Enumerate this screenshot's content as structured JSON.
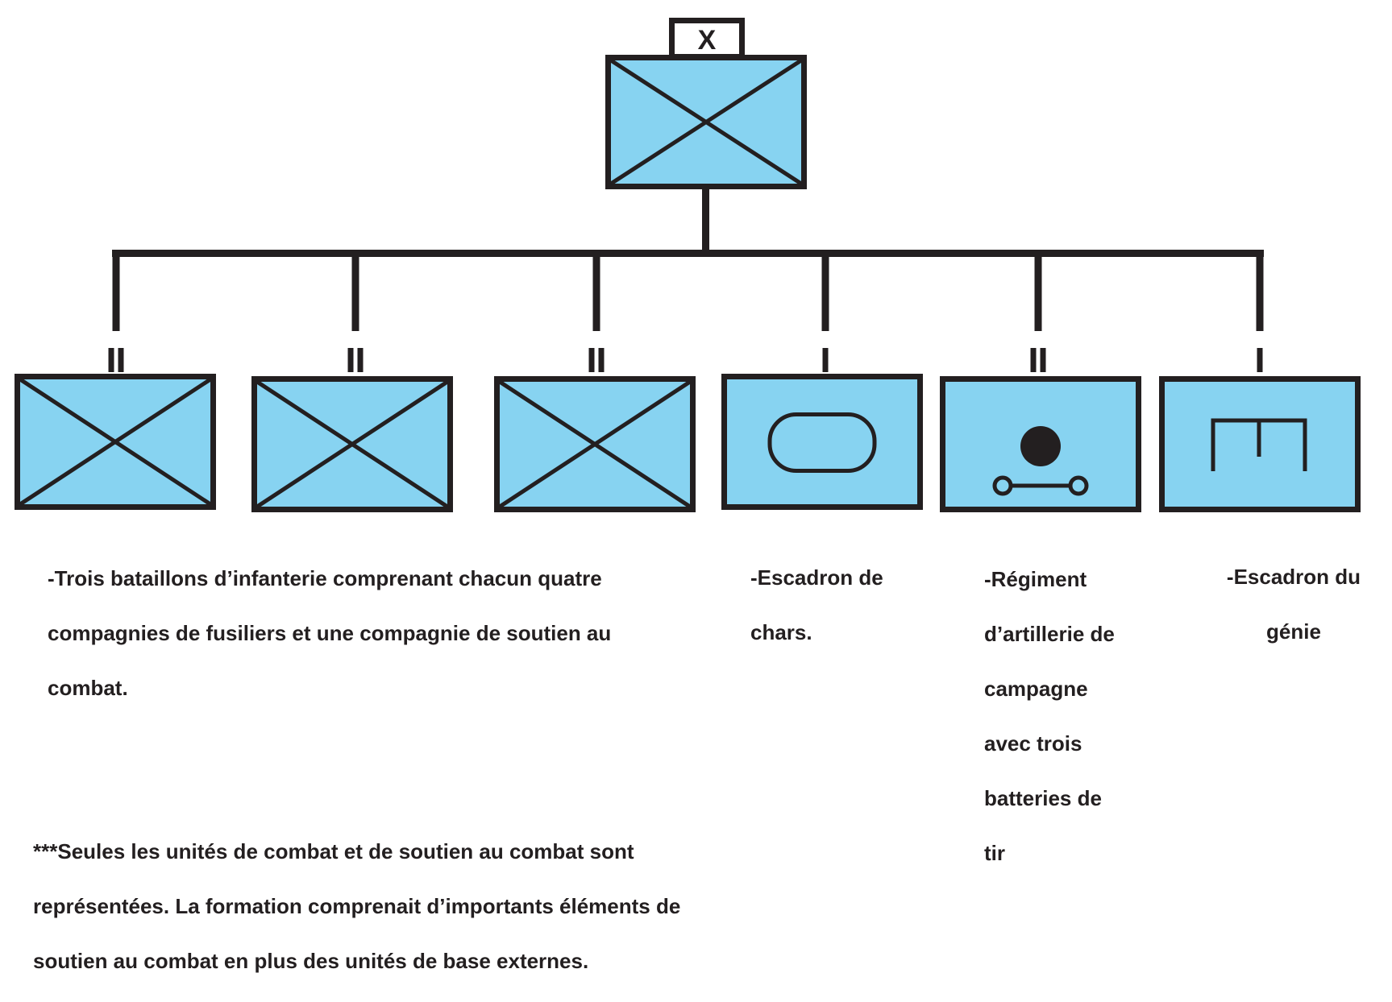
{
  "diagram": {
    "title": "Organigramme de la formation",
    "colors": {
      "unit_fill": "#87d3f1",
      "line": "#231f20",
      "background": "#ffffff"
    },
    "headquarters": {
      "echelon": "X",
      "echelon_meaning": "brigade",
      "symbol": "infantry"
    },
    "units": [
      {
        "id": "inf-bn-1",
        "echelon": "II",
        "echelon_meaning": "battalion",
        "symbol": "infantry"
      },
      {
        "id": "inf-bn-2",
        "echelon": "II",
        "echelon_meaning": "battalion",
        "symbol": "infantry"
      },
      {
        "id": "inf-bn-3",
        "echelon": "II",
        "echelon_meaning": "battalion",
        "symbol": "infantry"
      },
      {
        "id": "armor-sqn",
        "echelon": "I",
        "echelon_meaning": "company/squadron",
        "symbol": "armor"
      },
      {
        "id": "arty-regt",
        "echelon": "II",
        "echelon_meaning": "battalion/regiment",
        "symbol": "field-artillery"
      },
      {
        "id": "eng-sqn",
        "echelon": "I",
        "echelon_meaning": "company/squadron",
        "symbol": "engineer"
      }
    ],
    "captions": {
      "infantry": [
        "-Trois bataillons d’infanterie comprenant chacun quatre",
        "compagnies de fusiliers et une compagnie de soutien au",
        "combat."
      ],
      "armor": [
        "-Escadron de",
        "chars."
      ],
      "artillery": [
        "-Régiment",
        "d’artillerie de",
        "campagne",
        "avec trois",
        "batteries de",
        "tir"
      ],
      "engineer": [
        "-Escadron du",
        "génie"
      ]
    },
    "note": [
      "***Seules les unités de combat et de soutien au combat sont",
      "représentées. La formation comprenait d’importants éléments de",
      "soutien au combat en plus des unités de base externes."
    ]
  }
}
